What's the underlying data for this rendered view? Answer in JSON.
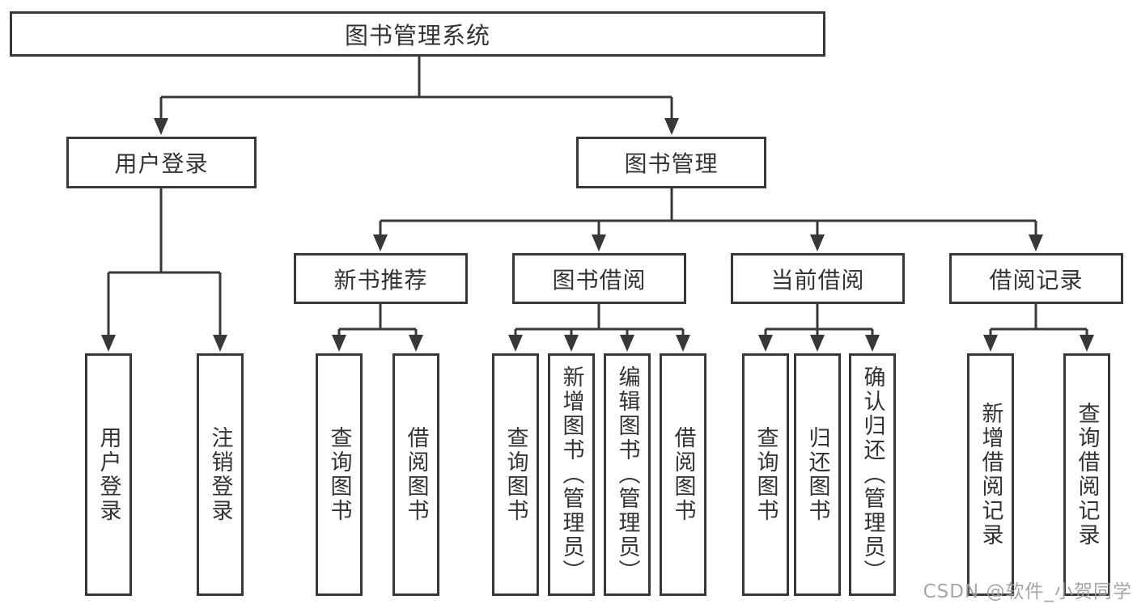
{
  "diagram": {
    "root": {
      "label": "图书管理系统"
    },
    "branches": [
      {
        "label": "用户登录",
        "children": [
          {
            "label": "用户登录"
          },
          {
            "label": "注销登录"
          }
        ]
      },
      {
        "label": "图书管理",
        "children": [
          {
            "label": "新书推荐",
            "children": [
              {
                "label": "查询图书"
              },
              {
                "label": "借阅图书"
              }
            ]
          },
          {
            "label": "图书借阅",
            "children": [
              {
                "label": "查询图书"
              },
              {
                "label": "新增图书（管理员）"
              },
              {
                "label": "编辑图书（管理员）"
              },
              {
                "label": "借阅图书"
              }
            ]
          },
          {
            "label": "当前借阅",
            "children": [
              {
                "label": "查询图书"
              },
              {
                "label": "归还图书"
              },
              {
                "label": "确认归还（管理员）"
              }
            ]
          },
          {
            "label": "借阅记录",
            "children": [
              {
                "label": "新增借阅记录"
              },
              {
                "label": "查询借阅记录"
              }
            ]
          }
        ]
      }
    ]
  },
  "watermark": {
    "text": "CSDN @软件_小贺同学"
  },
  "colors": {
    "line": "#383838",
    "text": "#333333",
    "box_background": "#ffffff",
    "watermark": "#9c9c9c",
    "page_background": "#ffffff"
  }
}
